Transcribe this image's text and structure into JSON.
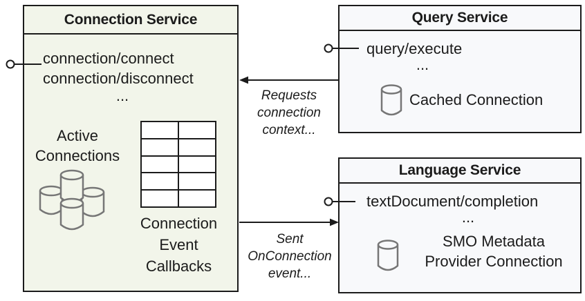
{
  "colors": {
    "background": "#ffffff",
    "border": "#1b1b1b",
    "text": "#1b1b1b",
    "connection_fill": "#f2f5ea",
    "service_fill": "#f8f9fb",
    "cylinder_stroke": "#767676"
  },
  "connection_service": {
    "title": "Connection Service",
    "methods": [
      "connection/connect",
      "connection/disconnect"
    ],
    "methods_ellipsis": "...",
    "active_connections": {
      "lines": [
        "Active",
        "Connections"
      ],
      "icon": "database-cluster-icon"
    },
    "callbacks_table": {
      "rows": 5,
      "cols": 2
    },
    "callbacks_label": {
      "lines": [
        "Connection",
        "Event",
        "Callbacks"
      ]
    }
  },
  "query_service": {
    "title": "Query Service",
    "methods": [
      "query/execute"
    ],
    "methods_ellipsis": "...",
    "cached_connection": {
      "label": "Cached Connection",
      "icon": "database-icon"
    }
  },
  "language_service": {
    "title": "Language Service",
    "methods": [
      "textDocument/completion"
    ],
    "methods_ellipsis": "...",
    "provider_connection": {
      "lines": [
        "SMO Metadata",
        "Provider Connection"
      ],
      "icon": "database-icon"
    }
  },
  "connectors": {
    "requests_arrow": {
      "label_lines": [
        "Requests",
        "connection",
        "context..."
      ],
      "from": "Query Service",
      "to": "Connection Service"
    },
    "sent_arrow": {
      "label_lines": [
        "Sent",
        "OnConnection",
        "event..."
      ],
      "from": "Connection Service",
      "to": "Language Service"
    }
  }
}
